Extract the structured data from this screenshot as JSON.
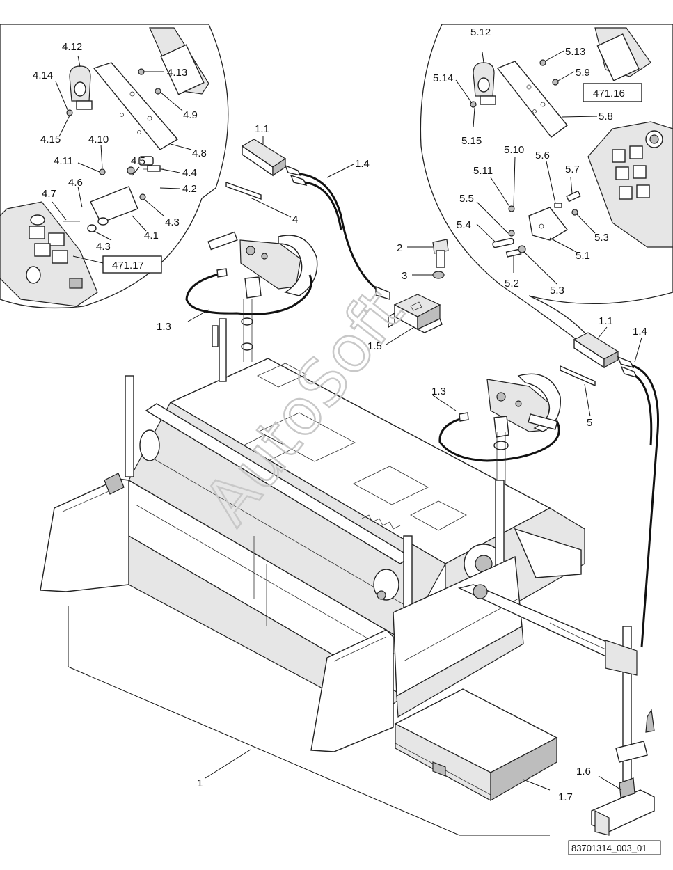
{
  "labels": {
    "l_4_12": "4.12",
    "l_4_14": "4.14",
    "l_4_13": "4.13",
    "l_4_9": "4.9",
    "l_4_15": "4.15",
    "l_4_8": "4.8",
    "l_4_10": "4.10",
    "l_4_11": "4.11",
    "l_4_5": "4.5",
    "l_4_4": "4.4",
    "l_4_2": "4.2",
    "l_4_7": "4.7",
    "l_4_6": "4.6",
    "l_4_3a": "4.3",
    "l_4_1": "4.1",
    "l_4_3b": "4.3",
    "l_4": "4",
    "l_1_1a": "1.1",
    "l_1_4a": "1.4",
    "l_1_3a": "1.3",
    "l_2": "2",
    "l_3": "3",
    "l_1_5": "1.5",
    "l_5_12": "5.12",
    "l_5_13": "5.13",
    "l_5_9": "5.9",
    "l_5_14": "5.14",
    "l_5_8": "5.8",
    "l_5_15": "5.15",
    "l_5_10": "5.10",
    "l_5_6": "5.6",
    "l_5_7": "5.7",
    "l_5_11": "5.11",
    "l_5_5": "5.5",
    "l_5_4": "5.4",
    "l_5_3a": "5.3",
    "l_5_1": "5.1",
    "l_5_2": "5.2",
    "l_5_3b": "5.3",
    "l_1_1b": "1.1",
    "l_1_4b": "1.4",
    "l_1_3b": "1.3",
    "l_5": "5",
    "l_1": "1",
    "l_1_6": "1.6",
    "l_1_7": "1.7"
  },
  "ref_boxes": {
    "left": "471.17",
    "right": "471.16"
  },
  "watermark": "AutoSoft",
  "drawing_number": "83701314_003_01",
  "colors": {
    "line": "#111111",
    "fill_light": "#e6e6e6",
    "fill_dark": "#bdbdbd",
    "watermark": "#c8c8c8"
  }
}
